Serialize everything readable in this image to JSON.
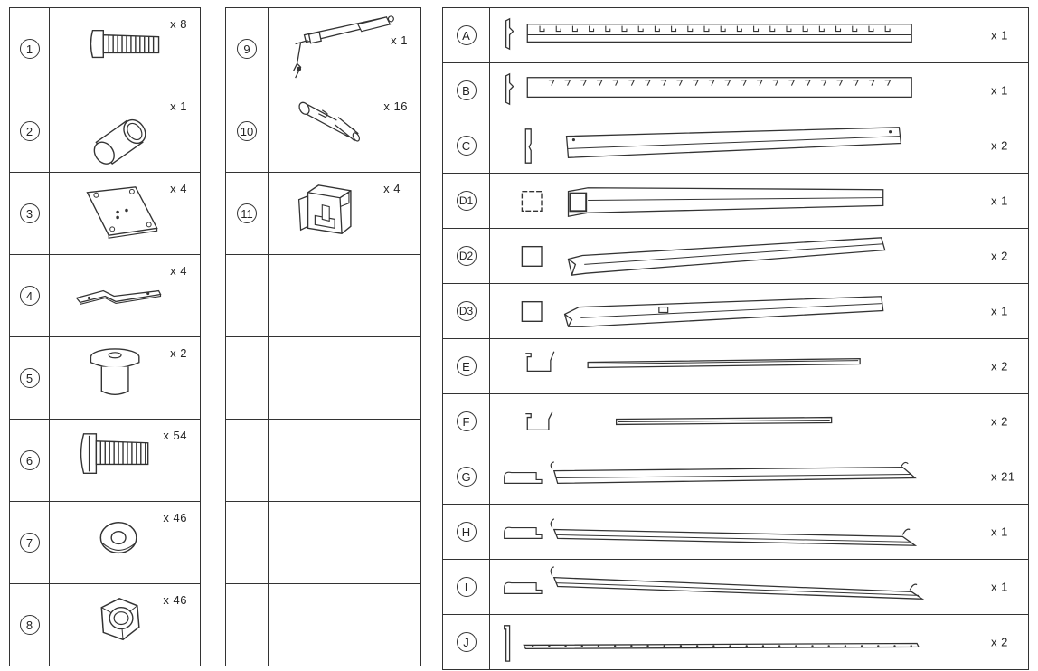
{
  "left_items": [
    {
      "num": "1",
      "qty": "x 8",
      "icon": "countersunk-screw-icon"
    },
    {
      "num": "2",
      "qty": "x 1",
      "icon": "tube-sleeve-icon"
    },
    {
      "num": "3",
      "qty": "x 4",
      "icon": "base-plate-icon"
    },
    {
      "num": "4",
      "qty": "x 4",
      "icon": "angle-bracket-icon"
    },
    {
      "num": "5",
      "qty": "x 2",
      "icon": "flanged-nut-icon"
    },
    {
      "num": "6",
      "qty": "x 54",
      "icon": "bolt-icon"
    },
    {
      "num": "7",
      "qty": "x 46",
      "icon": "washer-icon"
    },
    {
      "num": "8",
      "qty": "x 46",
      "icon": "hex-nut-icon"
    }
  ],
  "mid_items": [
    {
      "num": "9",
      "qty": "x 1",
      "icon": "crank-handle-icon"
    },
    {
      "num": "10",
      "qty": "x 16",
      "icon": "expansion-anchor-icon"
    },
    {
      "num": "11",
      "qty": "x 4",
      "icon": "post-bracket-icon"
    }
  ],
  "right_items": [
    {
      "label": "A",
      "qty": "x 1",
      "icon": "top-rail-icon"
    },
    {
      "label": "B",
      "qty": "x 1",
      "icon": "slotted-rail-icon"
    },
    {
      "label": "C",
      "qty": "x 2",
      "icon": "side-beam-icon"
    },
    {
      "label": "D1",
      "qty": "x 1",
      "icon": "square-post-icon"
    },
    {
      "label": "D2",
      "qty": "x 2",
      "icon": "square-post-icon"
    },
    {
      "label": "D3",
      "qty": "x 1",
      "icon": "square-post-icon"
    },
    {
      "label": "E",
      "qty": "x 2",
      "icon": "gutter-channel-icon"
    },
    {
      "label": "F",
      "qty": "x 2",
      "icon": "gutter-channel-icon"
    },
    {
      "label": "G",
      "qty": "x 21",
      "icon": "louver-blade-icon"
    },
    {
      "label": "H",
      "qty": "x 1",
      "icon": "louver-blade-icon"
    },
    {
      "label": "I",
      "qty": "x 1",
      "icon": "louver-blade-icon"
    },
    {
      "label": "J",
      "qty": "x 2",
      "icon": "connecting-bar-icon"
    }
  ]
}
